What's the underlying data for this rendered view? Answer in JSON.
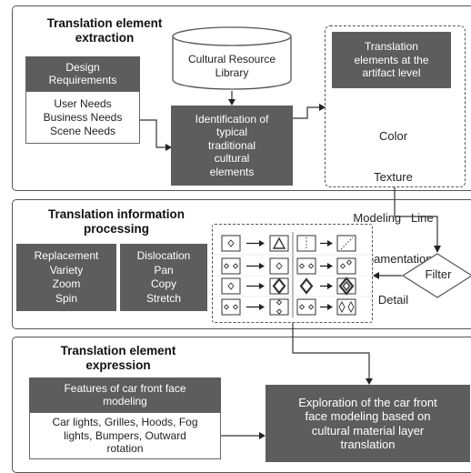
{
  "section1": {
    "title_line1": "Translation element",
    "title_line2": "extraction",
    "design_req": {
      "line1": "Design",
      "line2": "Requirements"
    },
    "needs": [
      "User Needs",
      "Business Needs",
      "Scene Needs"
    ],
    "library": {
      "line1": "Cultural Resource",
      "line2": "Library"
    },
    "identification": [
      "Identification of",
      "typical",
      "traditional",
      "cultural",
      "elements"
    ],
    "artifact_box": [
      "Translation",
      "elements at the",
      "artifact level"
    ],
    "elements": [
      "Color",
      "Texture",
      "Modeling   Line",
      "Ornamentation",
      "Detail"
    ]
  },
  "section2": {
    "title_line1": "Translation information",
    "title_line2": "processing",
    "left_ops": [
      "Replacement",
      "Variety",
      "Zoom",
      "Spin"
    ],
    "right_ops": [
      "Dislocation",
      "Pan",
      "Copy",
      "Stretch"
    ],
    "filter": "Filter"
  },
  "section3": {
    "title_line1": "Translation element",
    "title_line2": "expression",
    "features_title": [
      "Features of car front face",
      "modeling"
    ],
    "features_list": [
      "Car lights, Grilles, Hoods, Fog",
      "lights, Bumpers, Outward",
      "rotation"
    ],
    "exploration": [
      "Exploration of the car front",
      "face modeling based on",
      "cultural material layer",
      "translation"
    ]
  },
  "colors": {
    "dark_box": "#5d5d5d",
    "border": "#555555",
    "text": "#222222"
  }
}
